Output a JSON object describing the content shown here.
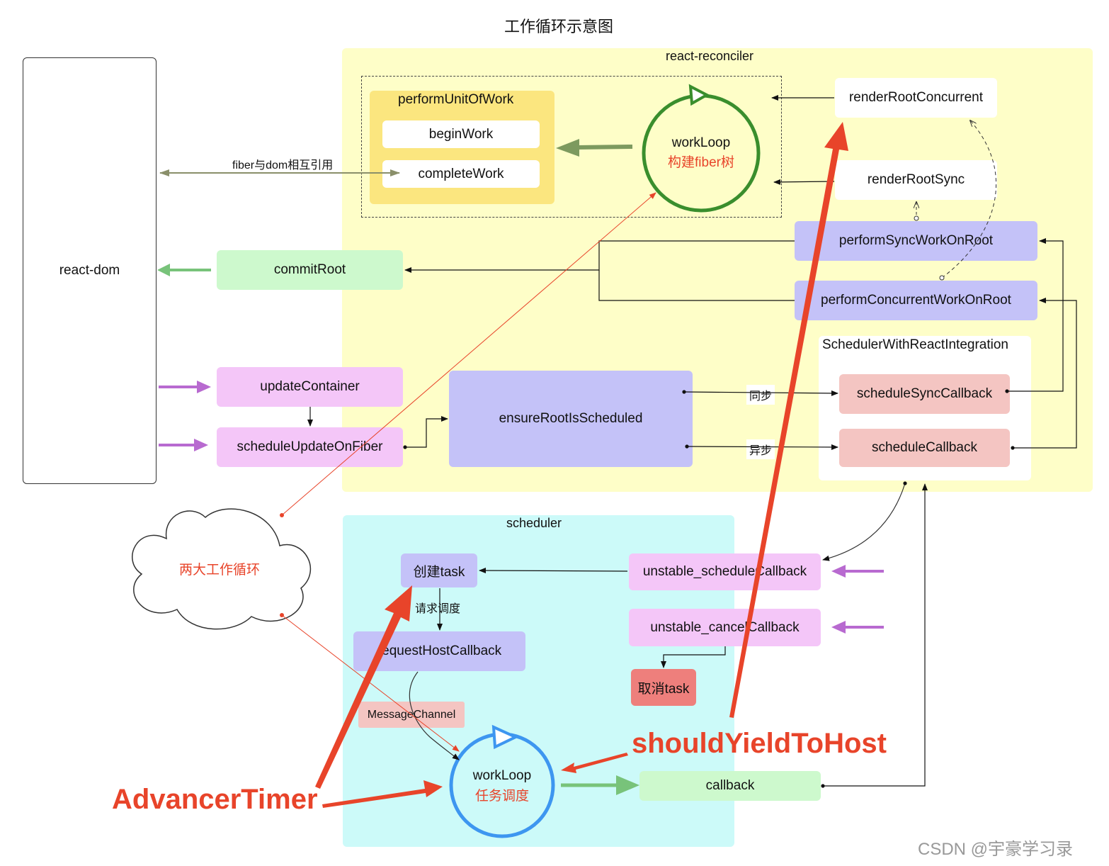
{
  "title": "工作循环示意图",
  "react_dom": "react-dom",
  "reconciler": {
    "label": "react-reconciler",
    "perform_unit": "performUnitOfWork",
    "begin_work": "beginWork",
    "complete_work": "completeWork",
    "workloop": "workLoop",
    "workloop_sub": "构建fiber树",
    "render_root_concurrent": "renderRootConcurrent",
    "render_root_sync": "renderRootSync",
    "perform_sync": "performSyncWorkOnRoot",
    "perform_concurrent": "performConcurrentWorkOnRoot",
    "commit_root": "commitRoot",
    "update_container": "updateContainer",
    "schedule_update": "scheduleUpdateOnFiber",
    "ensure_root": "ensureRootIsScheduled",
    "integration_label": "SchedulerWithReactIntegration",
    "schedule_sync": "scheduleSyncCallback",
    "schedule_callback": "scheduleCallback",
    "sync_tag": "同步",
    "async_tag": "异步",
    "fiber_dom_ref": "fiber与dom相互引用"
  },
  "scheduler": {
    "label": "scheduler",
    "create_task": "创建task",
    "request_schedule": "请求调度",
    "request_host": "requestHostCallback",
    "message_channel": "MessageChannel",
    "workloop": "workLoop",
    "workloop_sub": "任务调度",
    "callback": "callback",
    "unstable_schedule": "unstable_scheduleCallback",
    "unstable_cancel": "unstable_cancelCallback",
    "cancel_task": "取消task"
  },
  "cloud": "两大工作循环",
  "annotations": {
    "advancer_timer": "AdvancerTimer",
    "should_yield": "shouldYieldToHost"
  },
  "watermark": "CSDN @宇豪学习录",
  "colors": {
    "reconciler_bg": "#fefec8",
    "scheduler_bg": "#ccfaf9",
    "perform_unit_bg": "#fbe67f",
    "green_loop": "#3a8e2d",
    "blue_loop": "#3d96f0",
    "red_accent": "#e8442a",
    "red_text": "#e8442a"
  }
}
